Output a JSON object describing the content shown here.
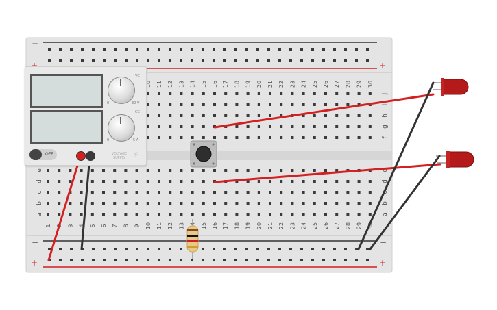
{
  "breadboard": {
    "columns": [
      "1",
      "2",
      "3",
      "4",
      "5",
      "6",
      "7",
      "8",
      "9",
      "10",
      "11",
      "12",
      "13",
      "14",
      "15",
      "16",
      "17",
      "18",
      "19",
      "20",
      "21",
      "22",
      "23",
      "24",
      "25",
      "26",
      "27",
      "28",
      "29",
      "30"
    ],
    "rows_top": [
      "f",
      "g",
      "h",
      "i",
      "j"
    ],
    "rows_bottom": [
      "a",
      "b",
      "c",
      "d",
      "e"
    ],
    "rail_plus": "+",
    "rail_minus": "−",
    "colors": {
      "board": "#e3e3e3",
      "hole": "#3a3a3a",
      "rail_red": "#d11f1f",
      "rail_black": "#333333",
      "label": "#555555"
    }
  },
  "power_supply": {
    "knob_top_label": "VC",
    "knob_top_max": "30 V",
    "knob_top_min": "0",
    "knob_bottom_label": "CC",
    "knob_bottom_max": "5 A",
    "knob_bottom_min": "0",
    "switch_label": "OFF",
    "brand_line1": "VOLTAGE",
    "brand_line2": "SUPPLY",
    "terminal_positive_color": "#d42020",
    "terminal_negative_color": "#3a3a3a"
  },
  "components": {
    "pushbutton": "pushbutton",
    "resistor": "resistor",
    "led_top": "red LED",
    "led_bottom": "red LED",
    "led_color": "#b51a1a"
  },
  "wires": {
    "red": "#d42020",
    "black": "#333333"
  }
}
